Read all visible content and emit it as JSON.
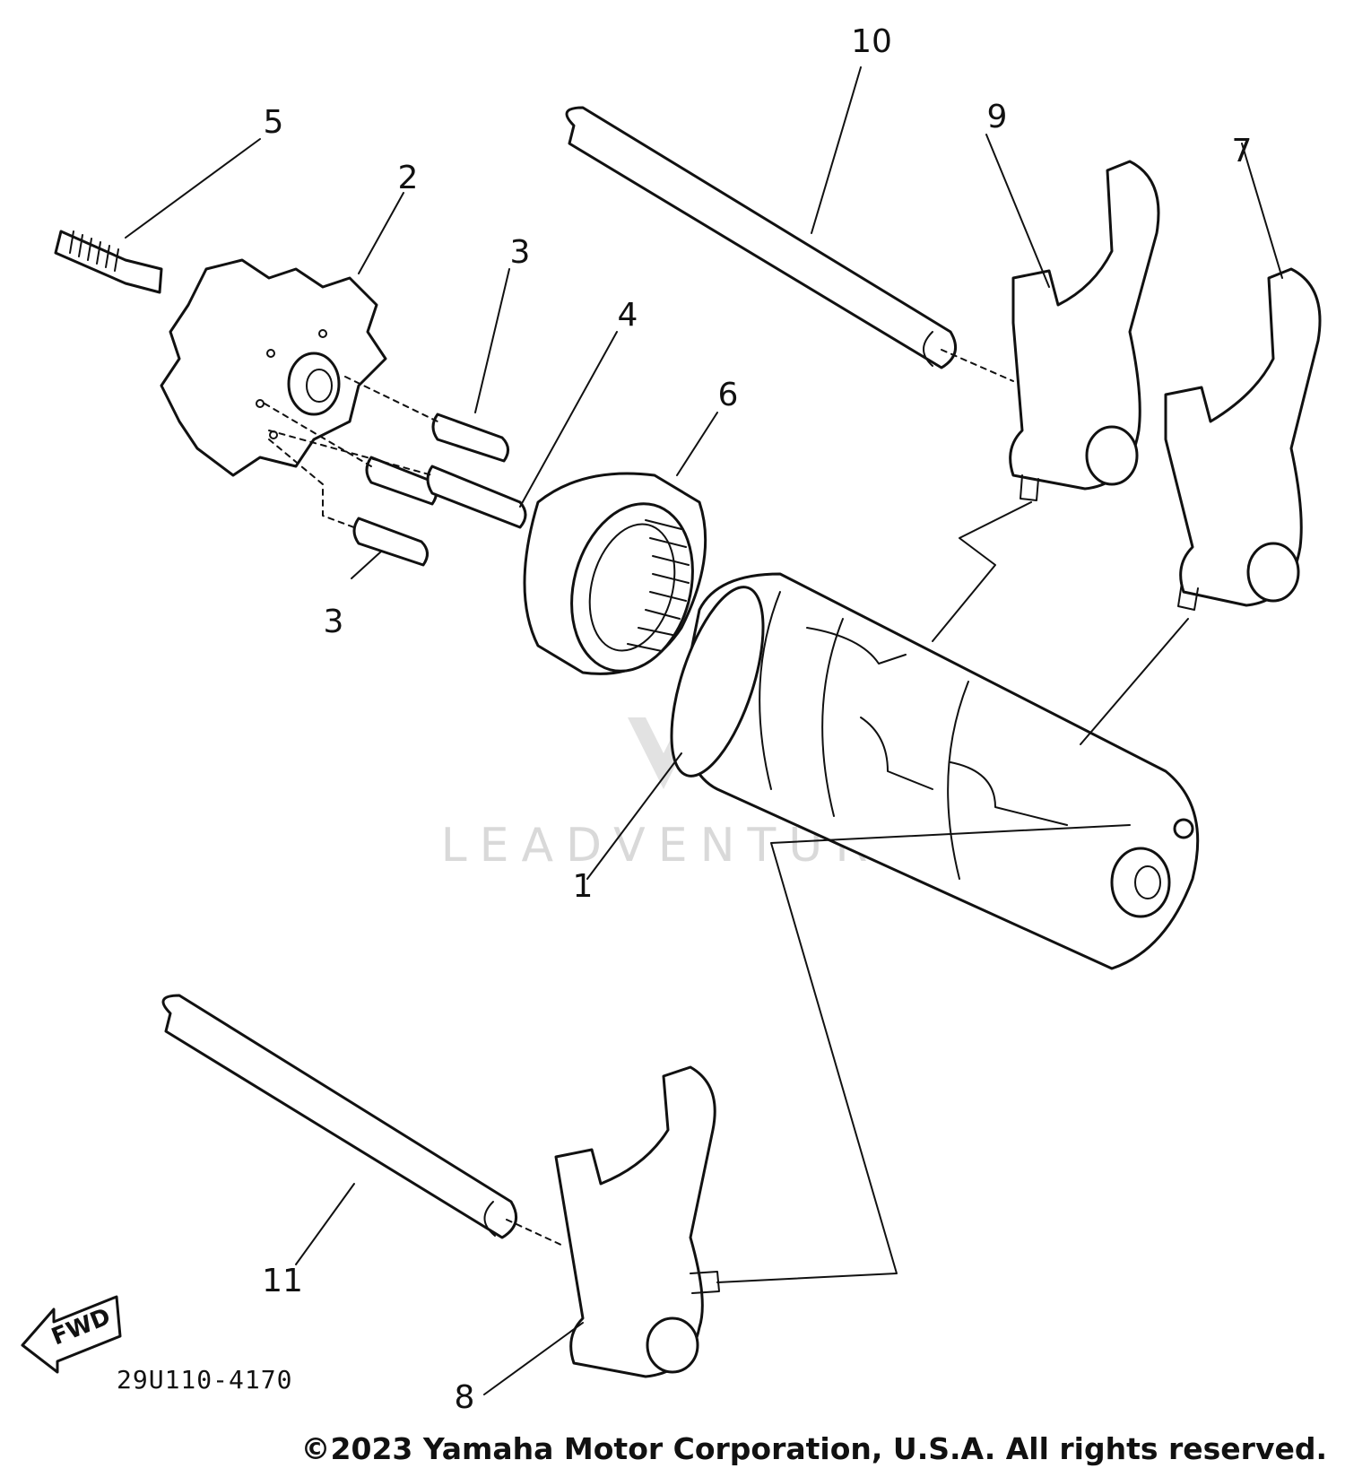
{
  "callouts": {
    "c1": "1",
    "c2": "2",
    "c3a": "3",
    "c3b": "3",
    "c4": "4",
    "c5": "5",
    "c6": "6",
    "c7": "7",
    "c8": "8",
    "c9": "9",
    "c10": "10",
    "c11": "11"
  },
  "fwd_label": "FWD",
  "part_code": "29U110-4170",
  "watermark": "LEADVENTURE",
  "copyright": "©2023 Yamaha Motor Corporation, U.S.A. All rights reserved."
}
